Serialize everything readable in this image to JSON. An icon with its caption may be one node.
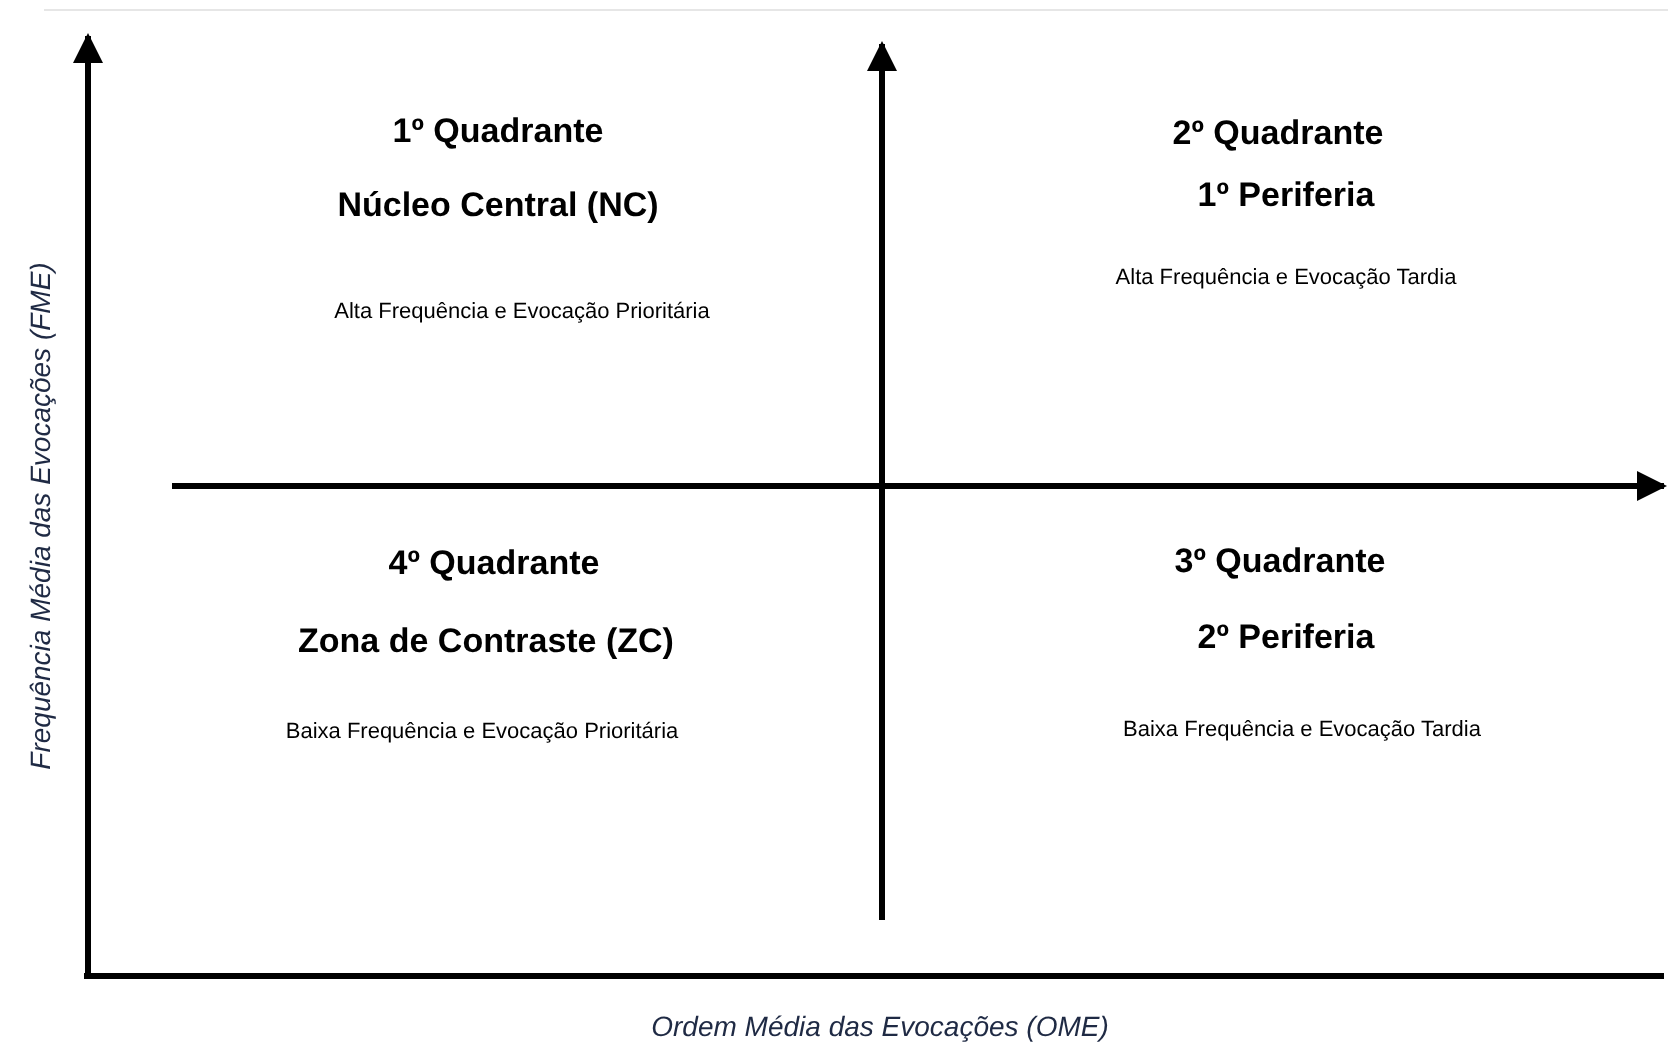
{
  "diagram": {
    "labels": [
      "1º Quadrante",
      "Núcleo Central (NC)",
      "Alta Frequência e Evocação Prioritária",
      "2º Quadrante",
      "1º Periferia",
      "Alta Frequência e Evocação Tardia",
      "4º Quadrante",
      "Zona de Contraste (ZC)",
      "Baixa Frequência e Evocação Prioritária",
      "3º Quadrante",
      "2º Periferia",
      "Baixa Frequência e Evocação Tardia",
      "Frequência Média das Evocações (FME)",
      "Ordem Média das Evocações (OME)"
    ]
  }
}
